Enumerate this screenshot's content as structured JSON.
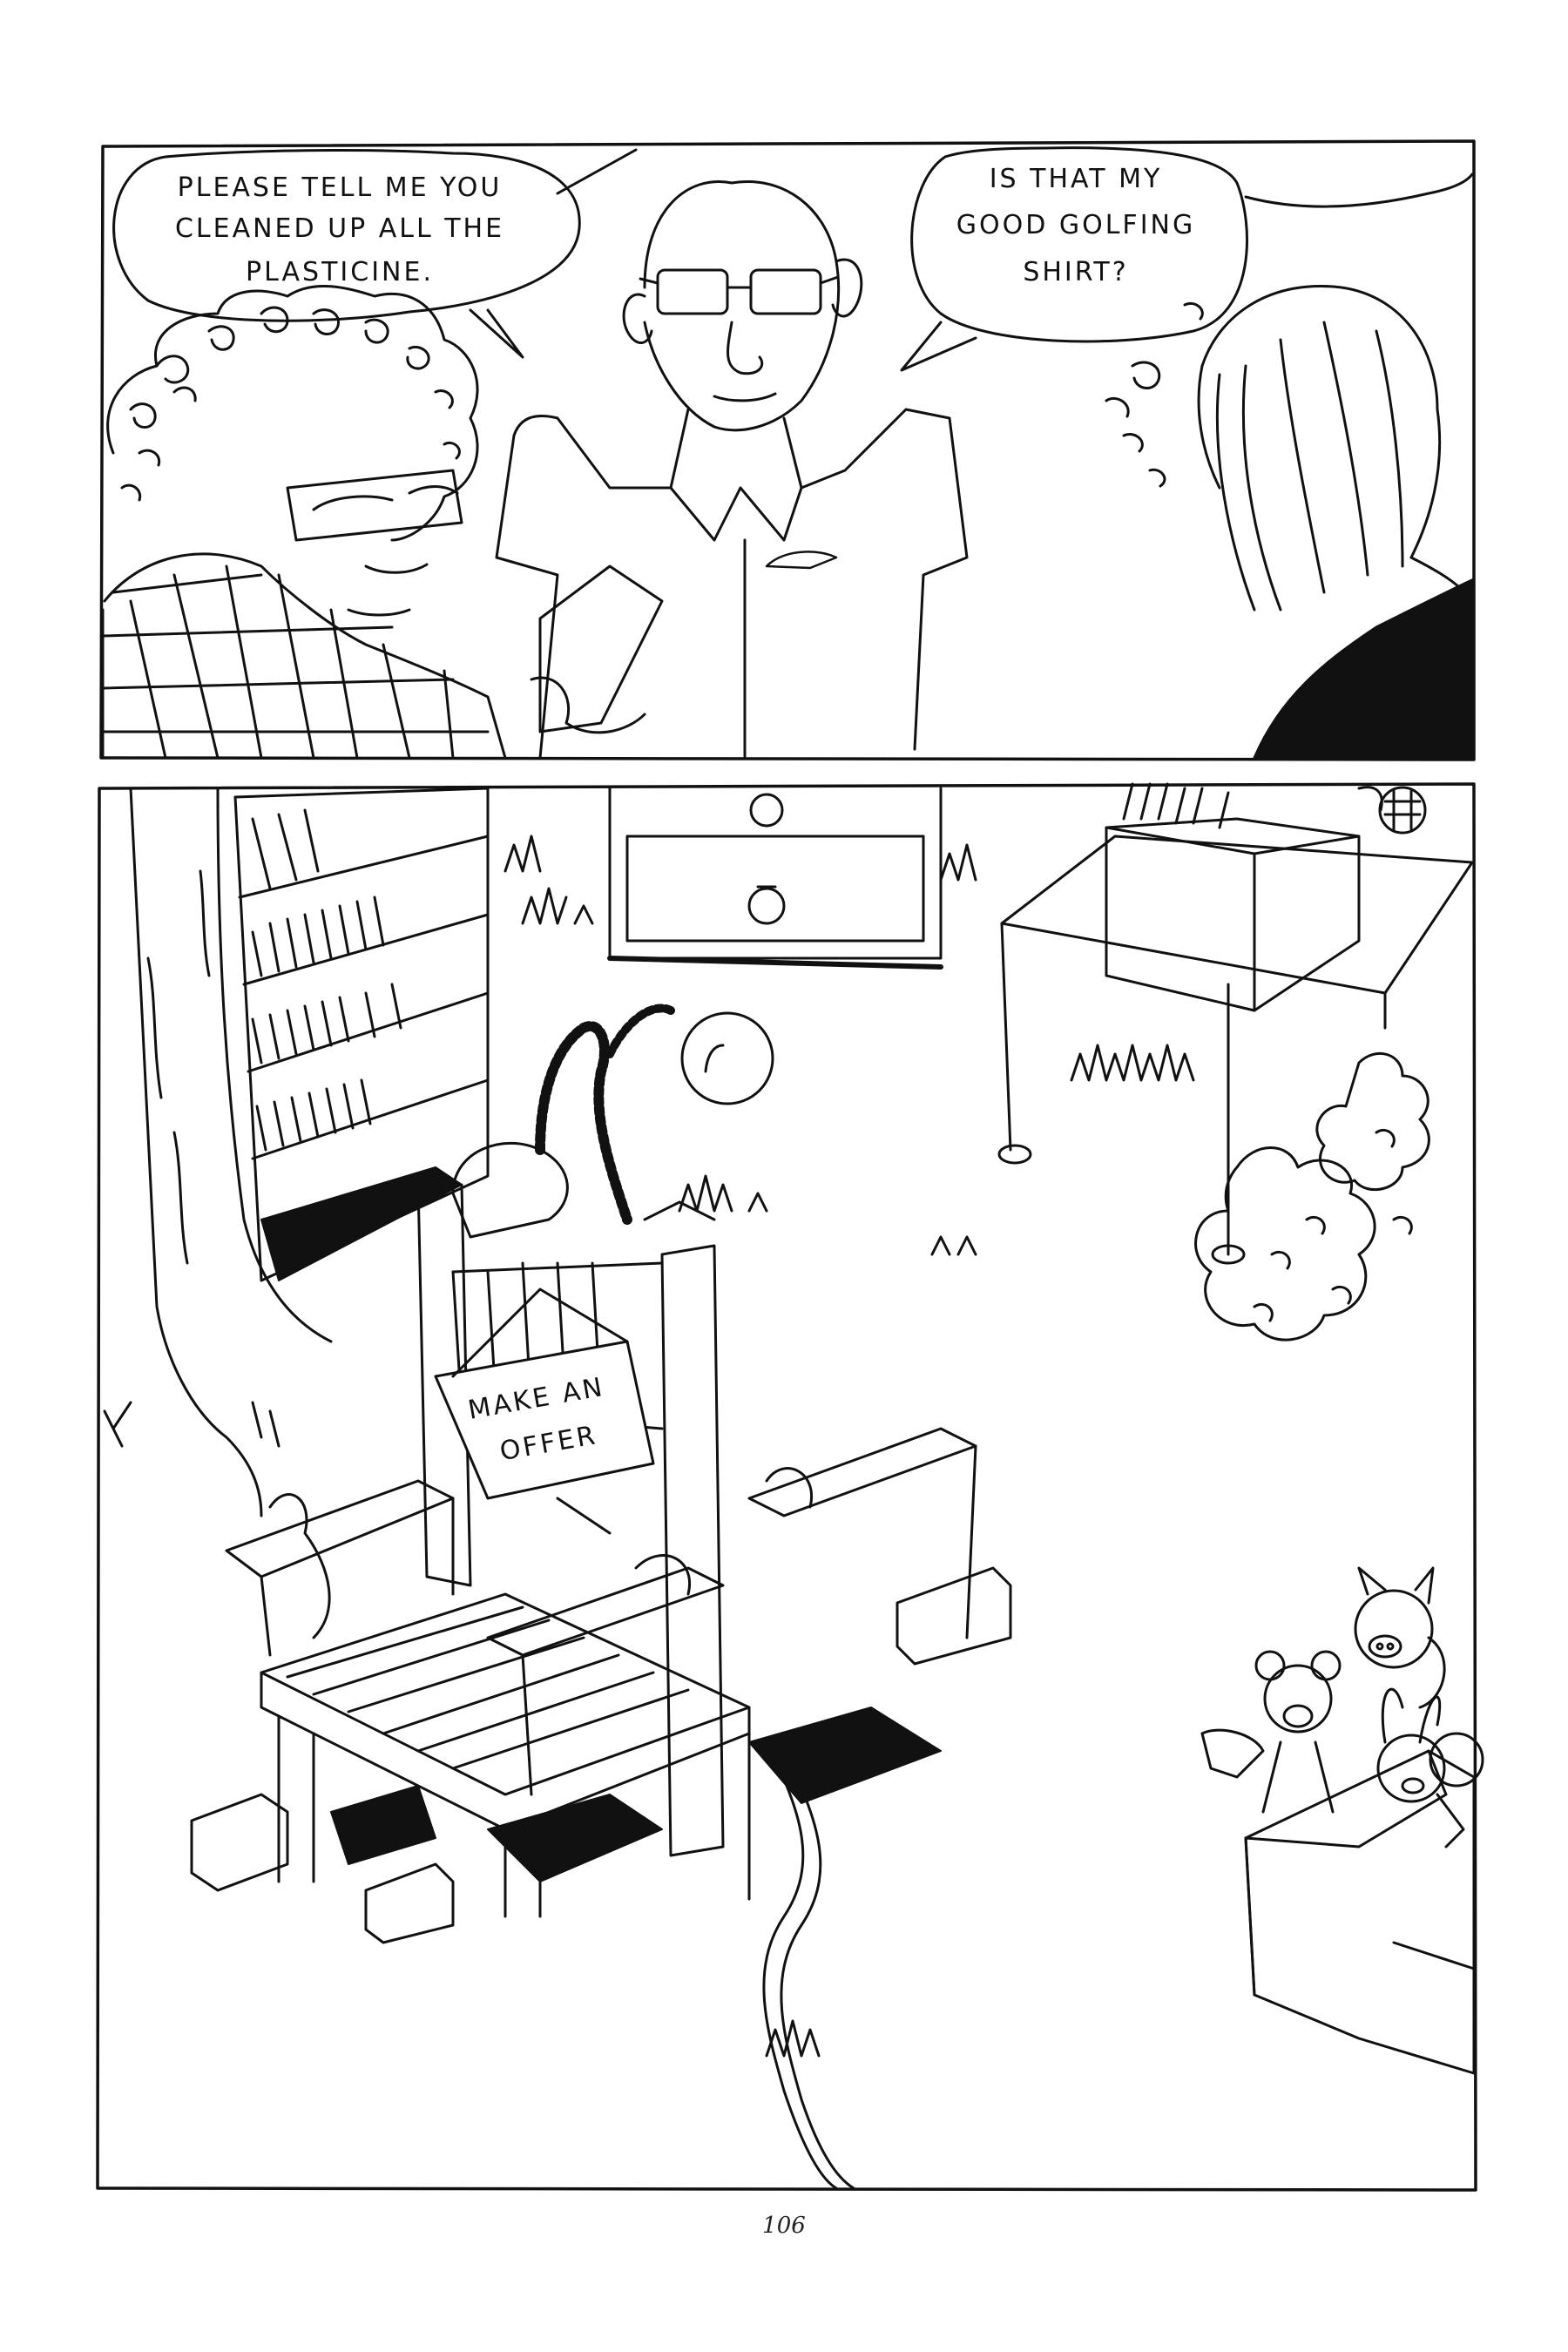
{
  "panel_top": {
    "balloon_left": {
      "lines": [
        "PLEASE TELL ME YOU",
        "CLEANED UP ALL THE",
        "PLASTICINE."
      ]
    },
    "balloon_right": {
      "lines": [
        "IS THAT MY",
        "GOOD GOLFING",
        "SHIRT?"
      ]
    }
  },
  "panel_bottom": {
    "sign": {
      "lines": [
        "MAKE AN",
        "OFFER"
      ]
    }
  },
  "page_number": "106",
  "colors": {
    "ink": "#111111",
    "paper": "#ffffff"
  }
}
